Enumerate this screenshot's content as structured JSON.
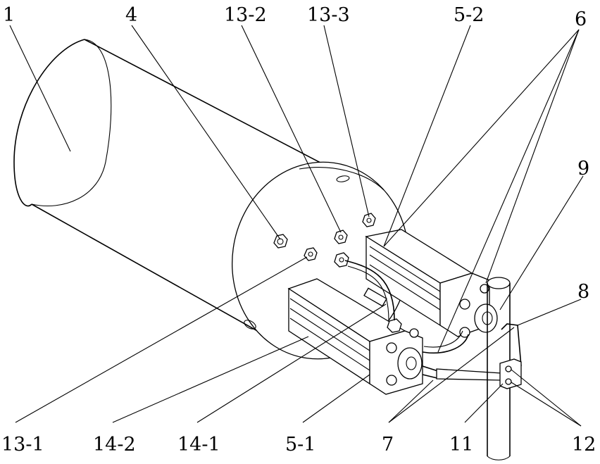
{
  "figure": {
    "labels": {
      "l1": "1",
      "l4": "4",
      "l13_2": "13-2",
      "l13_3": "13-3",
      "l5_2": "5-2",
      "l6": "6",
      "l9": "9",
      "l8": "8",
      "l13_1": "13-1",
      "l14_2": "14-2",
      "l14_1": "14-1",
      "l5_1": "5-1",
      "l7": "7",
      "l11": "11",
      "l12": "12"
    }
  }
}
